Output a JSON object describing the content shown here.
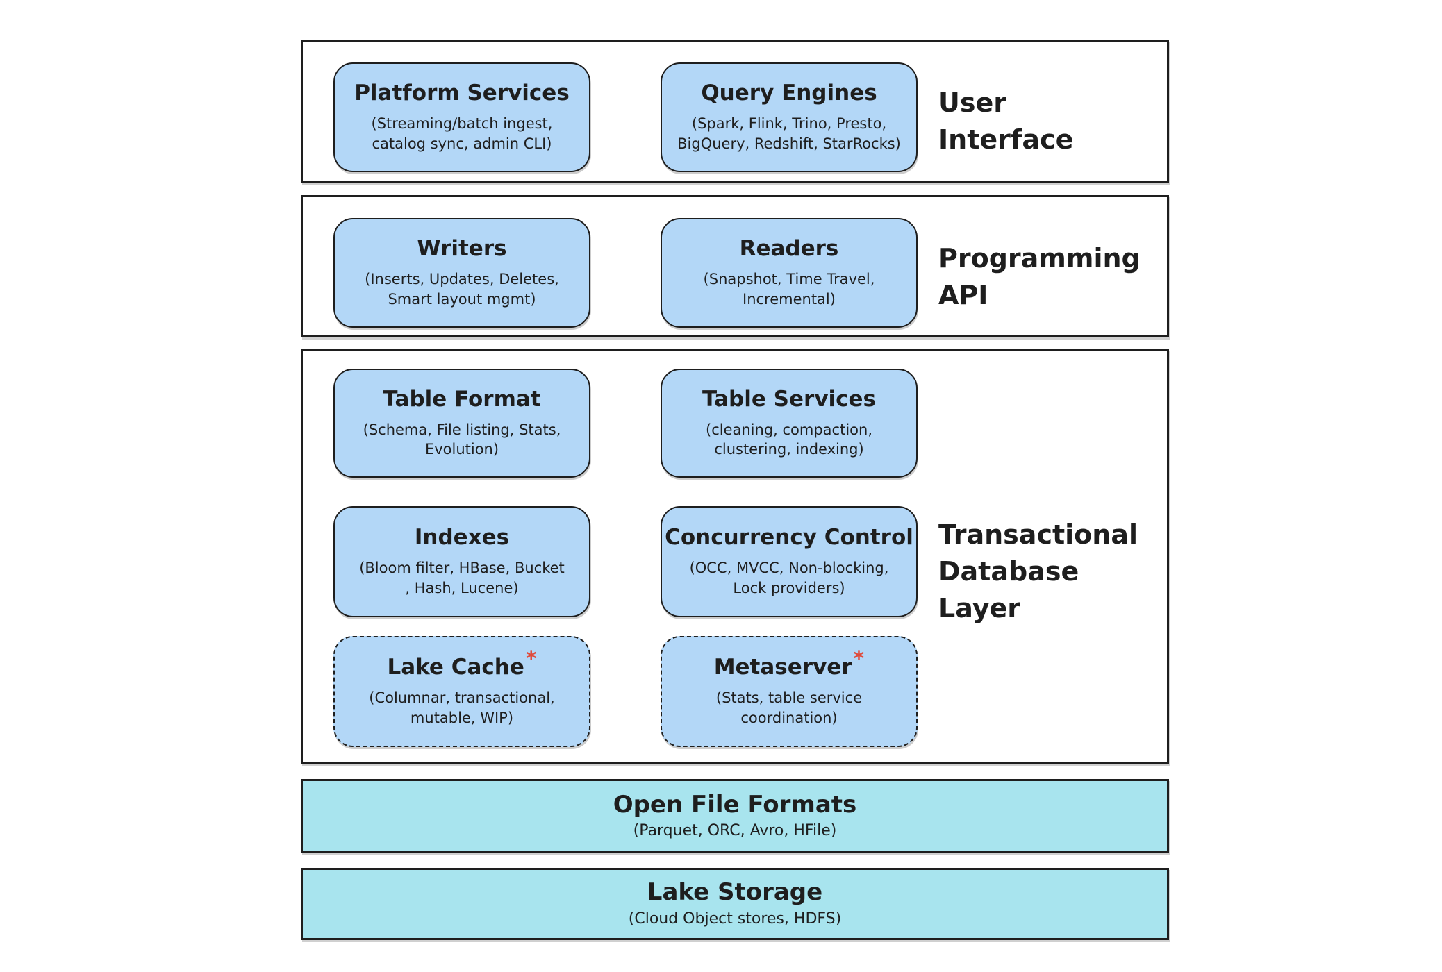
{
  "colors": {
    "box_fill": "#b3d7f7",
    "bar_fill": "#a8e4ee",
    "outline": "#1e1e1e",
    "asterisk": "#df4b3c"
  },
  "sections": {
    "user_interface": {
      "label": "User\nInterface",
      "boxes": {
        "platform_services": {
          "title": "Platform Services",
          "subtitle": "(Streaming/batch ingest,\ncatalog sync, admin CLI)"
        },
        "query_engines": {
          "title": "Query Engines",
          "subtitle": "(Spark, Flink, Trino, Presto,\nBigQuery, Redshift, StarRocks)"
        }
      }
    },
    "programming_api": {
      "label": "Programming\nAPI",
      "boxes": {
        "writers": {
          "title": "Writers",
          "subtitle": "(Inserts, Updates, Deletes,\nSmart layout mgmt)"
        },
        "readers": {
          "title": "Readers",
          "subtitle": "(Snapshot, Time Travel,\nIncremental)"
        }
      }
    },
    "transactional_db": {
      "label": "Transactional\nDatabase\nLayer",
      "boxes": {
        "table_format": {
          "title": "Table Format",
          "subtitle": "(Schema, File listing, Stats,\nEvolution)"
        },
        "table_services": {
          "title": "Table Services",
          "subtitle": "(cleaning, compaction,\nclustering, indexing)"
        },
        "indexes": {
          "title": "Indexes",
          "subtitle": "(Bloom filter, HBase, Bucket\n, Hash, Lucene)"
        },
        "concurrency_control": {
          "title": "Concurrency Control",
          "subtitle": "(OCC, MVCC, Non-blocking,\nLock providers)"
        },
        "lake_cache": {
          "title": "Lake Cache",
          "asterisk": "*",
          "subtitle": "(Columnar, transactional,\nmutable, WIP)"
        },
        "metaserver": {
          "title": "Metaserver",
          "asterisk": "*",
          "subtitle": "(Stats, table service\ncoordination)"
        }
      }
    }
  },
  "bars": {
    "open_file_formats": {
      "title": "Open File Formats",
      "subtitle": "(Parquet, ORC, Avro, HFile)"
    },
    "lake_storage": {
      "title": "Lake Storage",
      "subtitle": "(Cloud Object stores, HDFS)"
    }
  }
}
